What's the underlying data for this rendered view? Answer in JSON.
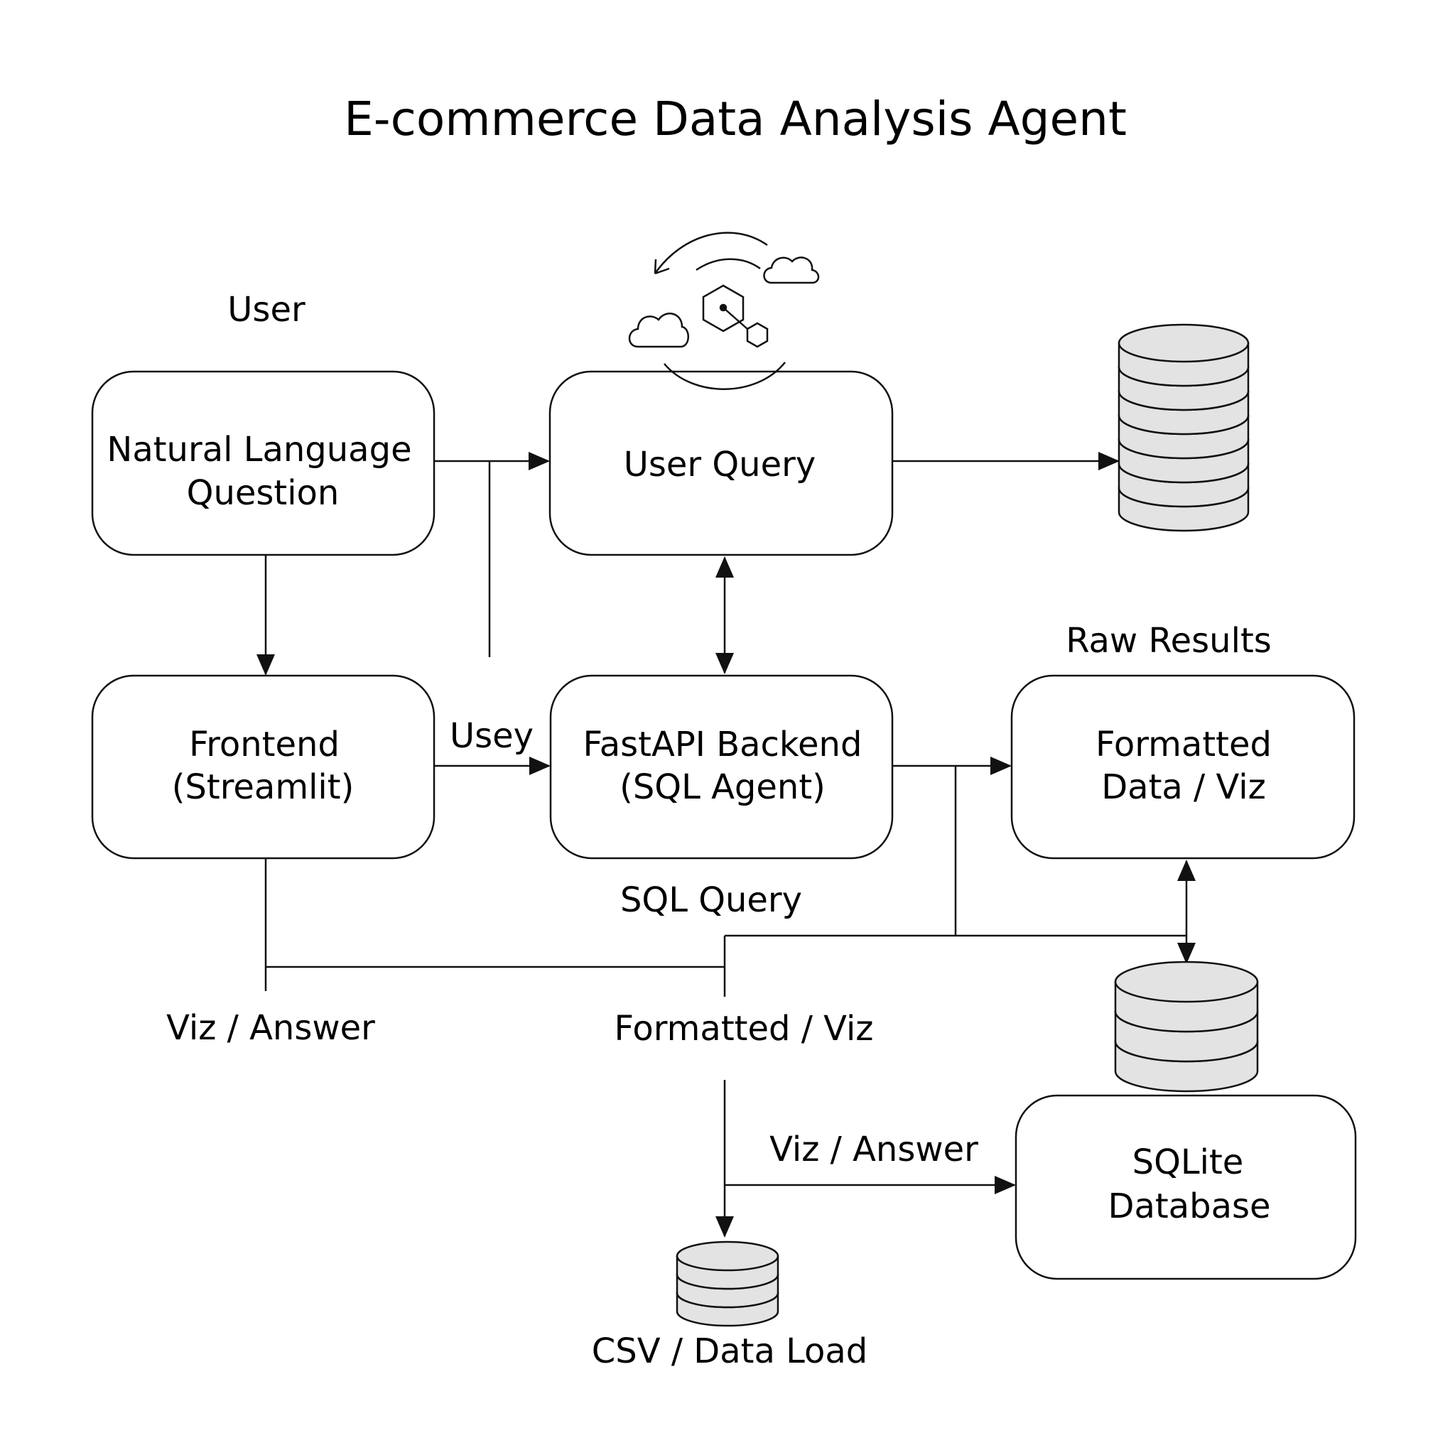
{
  "title": "E-commerce Data Analysis Agent",
  "boxes": {
    "nlq": [
      "Natural Language",
      "Question"
    ],
    "user_query": [
      "User Query"
    ],
    "frontend": [
      "Frontend",
      "(Streamlit)"
    ],
    "backend": [
      "FastAPI Backend",
      "(SQL Agent)"
    ],
    "formatted": [
      "Formatted",
      "Data / Viz"
    ],
    "sqlite": [
      "SQLite",
      "Database"
    ]
  },
  "labels": {
    "user": "User",
    "raw_results": "Raw Results",
    "usey": "Usey",
    "sql_query": "SQL Query",
    "viz_answer_left": "Viz / Answer",
    "formatted_viz": "Formatted / Viz",
    "viz_answer_bottom": "Viz / Answer",
    "csv_data_load": "CSV / Data Load"
  },
  "icons": {
    "agent_cluster": "llm-agent-icon",
    "db_large": "database-icon",
    "db_medium": "database-icon",
    "db_small": "database-icon"
  },
  "colors": {
    "stroke": "#111111",
    "db_fill": "#e3e3e3",
    "background": "#ffffff"
  }
}
